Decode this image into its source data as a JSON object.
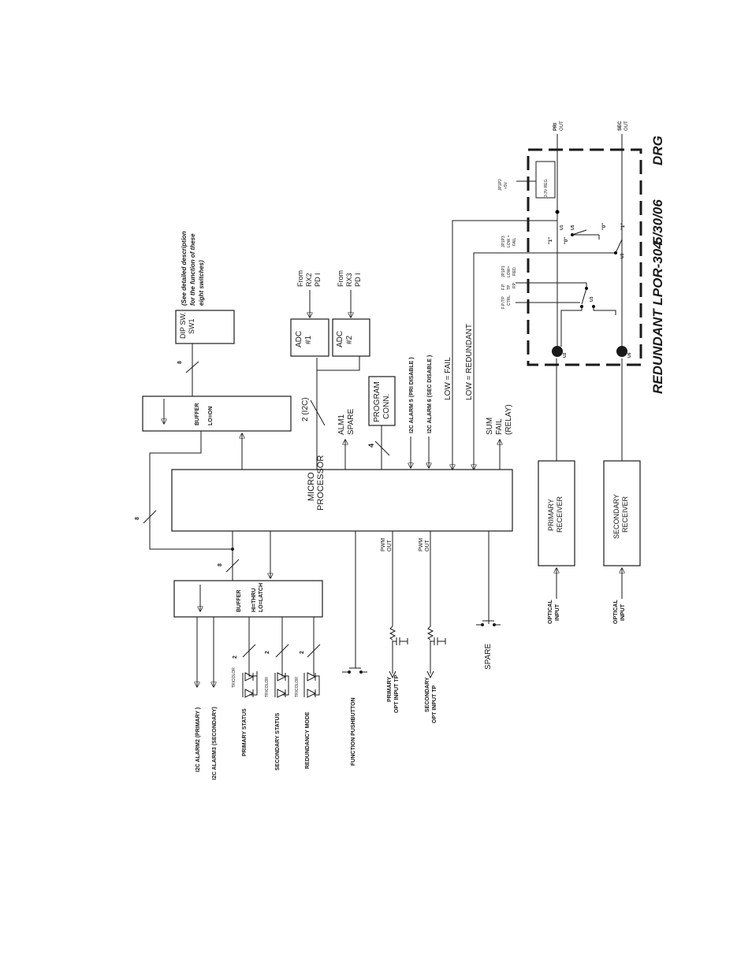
{
  "title": "REDUNDANT LPOR-304",
  "date": "5/30/06",
  "initials": "DRG",
  "micro": [
    "MICRO",
    "PROCESSOR"
  ],
  "buffer_top": {
    "name": "BUFFER",
    "mode": "LO=ON"
  },
  "buffer_bottom": {
    "name": "BUFFER",
    "mode1": "HI=THRU",
    "mode2": "LO=LATCH"
  },
  "dip": {
    "name1": "DIP SW.",
    "name2": "SW1",
    "note1": "(See detailed description",
    "note2": "for the function of these",
    "note3": "eight switches)"
  },
  "adc1": [
    "ADC",
    "#1"
  ],
  "adc2": [
    "ADC",
    "#2"
  ],
  "from_rx2": [
    "From",
    "RX2",
    "PD I"
  ],
  "from_rx3": [
    "From",
    "RX3",
    "PD I"
  ],
  "i2c": "2 (I2C)",
  "alm1": [
    "ALM1",
    "SPARE"
  ],
  "program": [
    "PROGRAM",
    "CONN."
  ],
  "i2c_alarm5": "I2C ALARM 5 (PRI DISABLE )",
  "i2c_alarm6": "I2C ALARM 6 (SEC DISABLE )",
  "low_fail": "LOW = FAIL",
  "low_redundant": "LOW = REDUNDANT",
  "sum_fail": [
    "SUM",
    "FAIL",
    "(RELAY)"
  ],
  "primary_receiver": [
    "PRIMARY",
    "RECEIVER"
  ],
  "secondary_receiver": [
    "SECONDARY",
    "RECEIVER"
  ],
  "optical_input": [
    "OPTICAL",
    "INPUT"
  ],
  "pwm_out": [
    "PWM",
    "OUT"
  ],
  "spare": "SPARE",
  "primary_tp": [
    "PRIMARY",
    "OPT INPUT TP"
  ],
  "secondary_tp": [
    "SECONDARY",
    "OPT INPUT TP"
  ],
  "function_pushbutton": "FUNCTION PUSHBUTTON",
  "i2c_alarm2": "I2C ALARM2 (PRIMARY )",
  "i2c_alarm3": "I2C ALARM3 (SECONDARY)",
  "primary_status": "PRIMARY STATUS",
  "secondary_status": "SECONDARY STATUS",
  "redundancy_mode": "REDUNDANCY MODE",
  "tricolor": "TRICOLOR",
  "bus_8": "8",
  "bus_2": "2",
  "bus_4": "4",
  "pri_out": [
    "PRI",
    "OUT"
  ],
  "sec_out": [
    "SEC",
    "OUT"
  ],
  "jp1p2": [
    "JP1P2",
    "+5V"
  ],
  "reg": "3.3V REG.",
  "jp1p3": [
    "JP1P3",
    "LOW =",
    "FAIL"
  ],
  "jp1p1": [
    "JP1P1",
    "LOW=",
    "RED."
  ],
  "fp_tp": [
    "F.P.",
    "TP",
    "RP"
  ],
  "fp_ctrl": [
    "F.P./TP",
    "CTRL."
  ],
  "u1": "U1",
  "u2": "U2",
  "u3": "U3",
  "u5": "U5",
  "u6": "U6",
  "q1": "\"1\"",
  "q0": "\"0\""
}
